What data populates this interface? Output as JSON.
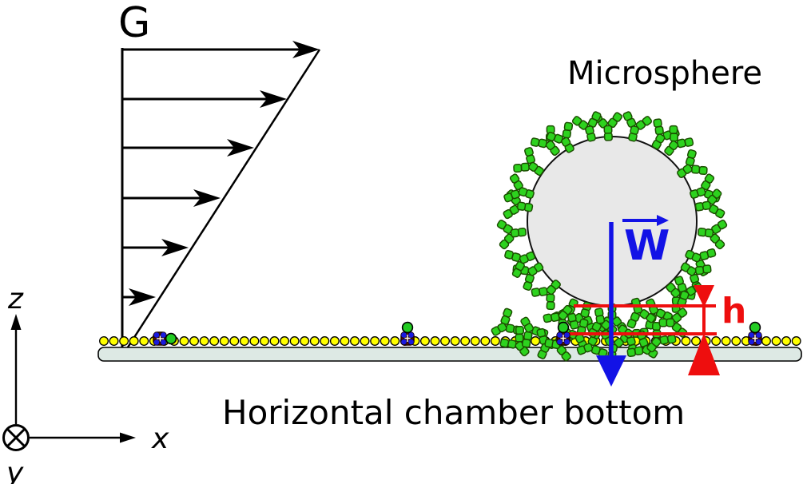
{
  "labels": {
    "flow": "G",
    "microsphere": "Microsphere",
    "weight": "W",
    "gap": "h",
    "chamber": "Horizontal chamber bottom",
    "axis_z": "z",
    "axis_x": "x",
    "axis_y": "y"
  },
  "colors": {
    "ink": "#000000",
    "weight_blue": "#1212e6",
    "dimension_red": "#ee0e0e",
    "antibody_green": "#2dd21e",
    "antibody_outline": "#1b4d00",
    "sphere_fill": "#e8e8e8",
    "sphere_outline": "#111111",
    "chamber_fill": "#dde9e4",
    "chamber_outline": "#000000",
    "dot_yellow": "#ffff00",
    "dot_outline": "#000000",
    "receptor_body": "#5a1505",
    "receptor_blue": "#1a1ae0",
    "receptor_green": "#22cc22"
  },
  "figure": {
    "flow_arrow_count": 6,
    "surface_dot_count": 70,
    "corona_antibody_count": 26,
    "free_antibody_count": 15,
    "receptor_count": 4
  }
}
